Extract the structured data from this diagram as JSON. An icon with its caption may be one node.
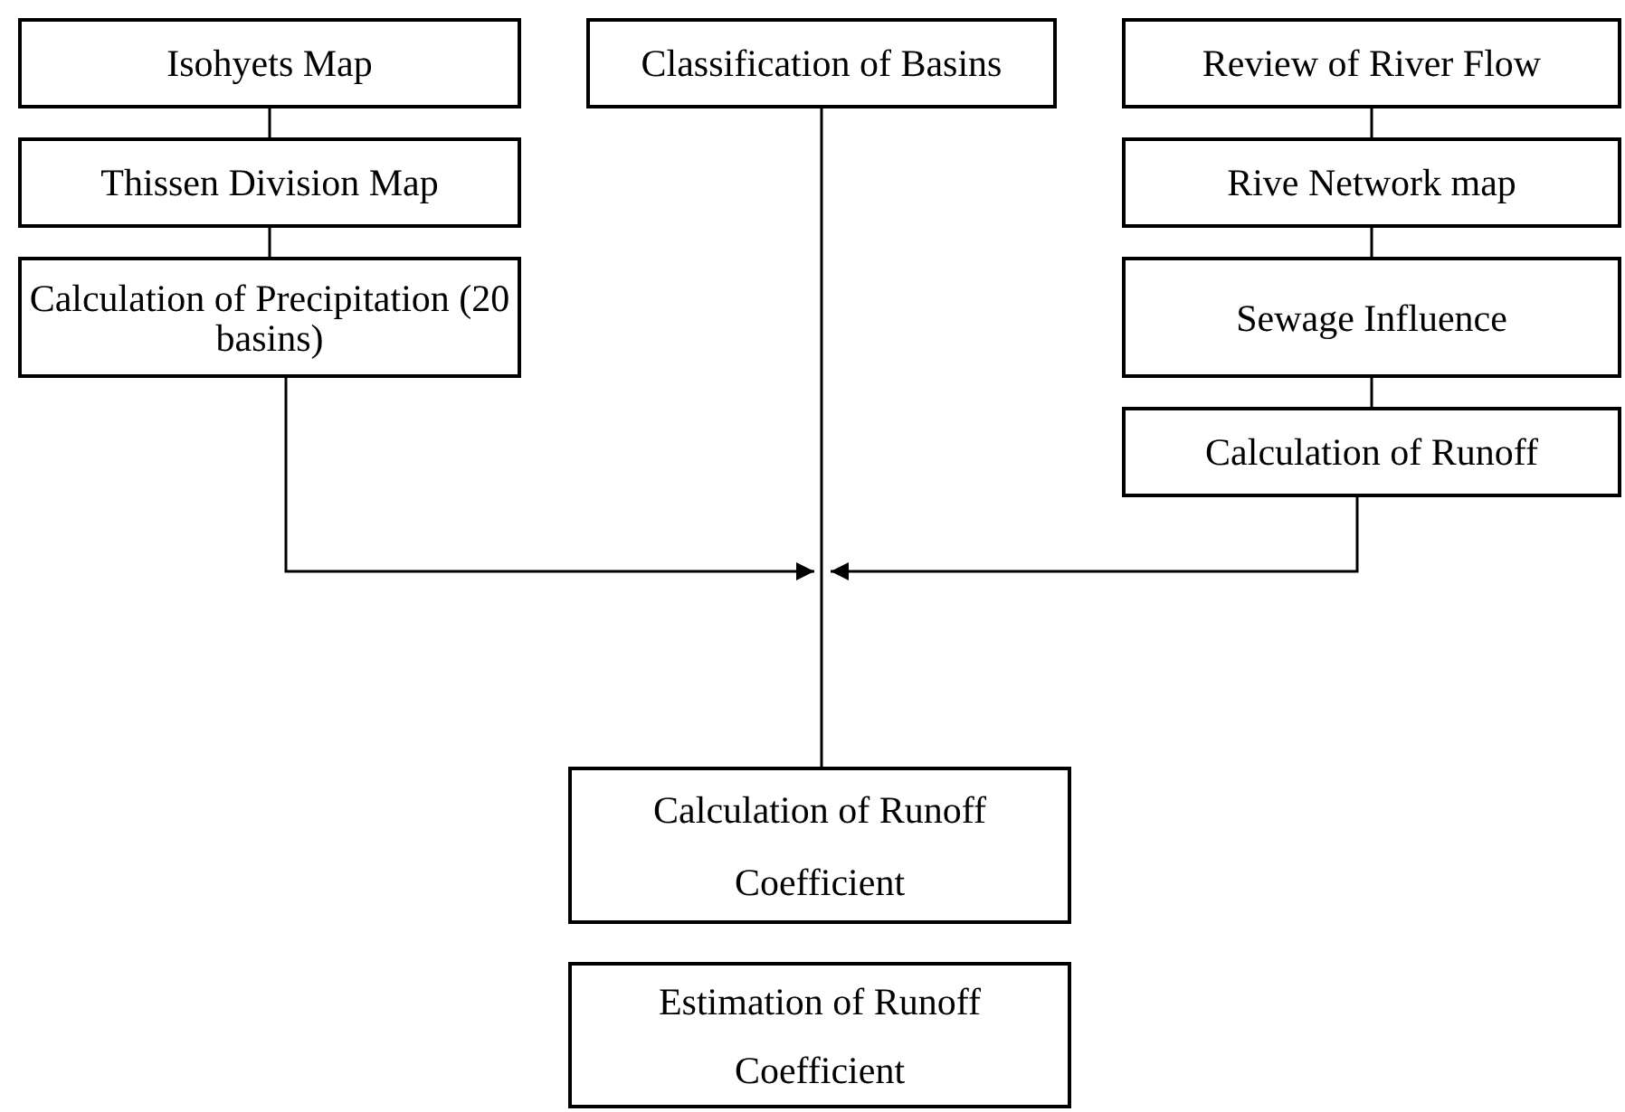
{
  "diagram": {
    "nodes": [
      {
        "text": [
          "Isohyets Map"
        ]
      },
      {
        "text": [
          "Thissen Division Map"
        ]
      },
      {
        "text": [
          "Calculation of Precipitation (20 basins)"
        ]
      },
      {
        "text": [
          "Classification of Basins"
        ]
      },
      {
        "text": [
          "Review of River Flow"
        ]
      },
      {
        "text": [
          "Rive Network map"
        ]
      },
      {
        "text": [
          "Sewage Influence"
        ]
      },
      {
        "text": [
          "Calculation of Runoff"
        ]
      },
      {
        "text": [
          "Calculation of Runoff Coefficient"
        ]
      },
      {
        "text": [
          "Estimation of Runoff Coefficient"
        ]
      }
    ],
    "edges": [
      {
        "from": 0,
        "to": 1,
        "arrow": "none"
      },
      {
        "from": 1,
        "to": 2,
        "arrow": "none"
      },
      {
        "from": 4,
        "to": 5,
        "arrow": "none"
      },
      {
        "from": 5,
        "to": 6,
        "arrow": "none"
      },
      {
        "from": 6,
        "to": 7,
        "arrow": "none"
      },
      {
        "from": 3,
        "to": 8,
        "arrow": "none"
      },
      {
        "from": 2,
        "to": null,
        "arrow": "to"
      },
      {
        "from": 7,
        "to": null,
        "arrow": "to"
      }
    ]
  }
}
